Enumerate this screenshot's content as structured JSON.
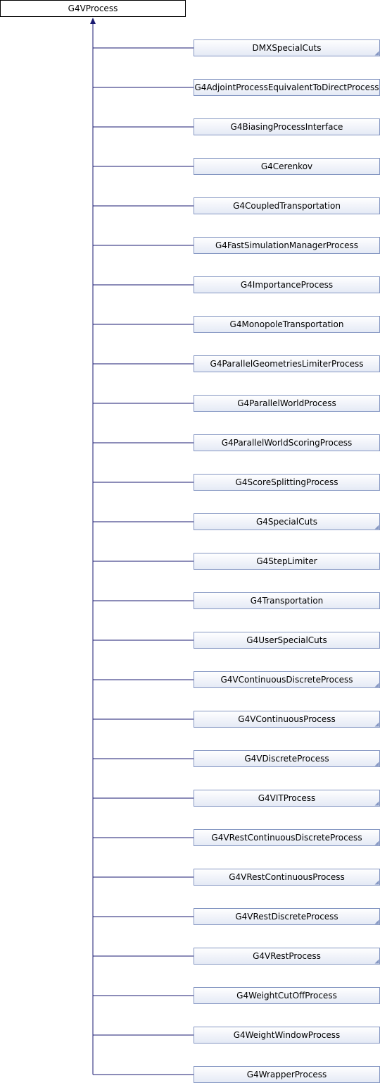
{
  "diagram": {
    "base_class": "G4VProcess",
    "derived_classes": [
      {
        "name": "DMXSpecialCuts",
        "has_children": true
      },
      {
        "name": "G4AdjointProcessEquivalentToDirectProcess",
        "has_children": false
      },
      {
        "name": "G4BiasingProcessInterface",
        "has_children": false
      },
      {
        "name": "G4Cerenkov",
        "has_children": false
      },
      {
        "name": "G4CoupledTransportation",
        "has_children": false
      },
      {
        "name": "G4FastSimulationManagerProcess",
        "has_children": false
      },
      {
        "name": "G4ImportanceProcess",
        "has_children": false
      },
      {
        "name": "G4MonopoleTransportation",
        "has_children": false
      },
      {
        "name": "G4ParallelGeometriesLimiterProcess",
        "has_children": false
      },
      {
        "name": "G4ParallelWorldProcess",
        "has_children": false
      },
      {
        "name": "G4ParallelWorldScoringProcess",
        "has_children": false
      },
      {
        "name": "G4ScoreSplittingProcess",
        "has_children": false
      },
      {
        "name": "G4SpecialCuts",
        "has_children": true
      },
      {
        "name": "G4StepLimiter",
        "has_children": false
      },
      {
        "name": "G4Transportation",
        "has_children": false
      },
      {
        "name": "G4UserSpecialCuts",
        "has_children": false
      },
      {
        "name": "G4VContinuousDiscreteProcess",
        "has_children": true
      },
      {
        "name": "G4VContinuousProcess",
        "has_children": true
      },
      {
        "name": "G4VDiscreteProcess",
        "has_children": true
      },
      {
        "name": "G4VITProcess",
        "has_children": true
      },
      {
        "name": "G4VRestContinuousDiscreteProcess",
        "has_children": true
      },
      {
        "name": "G4VRestContinuousProcess",
        "has_children": true
      },
      {
        "name": "G4VRestDiscreteProcess",
        "has_children": true
      },
      {
        "name": "G4VRestProcess",
        "has_children": true
      },
      {
        "name": "G4WeightCutOffProcess",
        "has_children": false
      },
      {
        "name": "G4WeightWindowProcess",
        "has_children": false
      },
      {
        "name": "G4WrapperProcess",
        "has_children": false
      }
    ],
    "colors": {
      "edge": "#191970",
      "node_fill_top": "#ffffff",
      "node_fill_bottom": "#e4e9f5",
      "node_border": "#8496c2",
      "base_border": "#000000",
      "corner_marker": "#8496c2"
    }
  }
}
